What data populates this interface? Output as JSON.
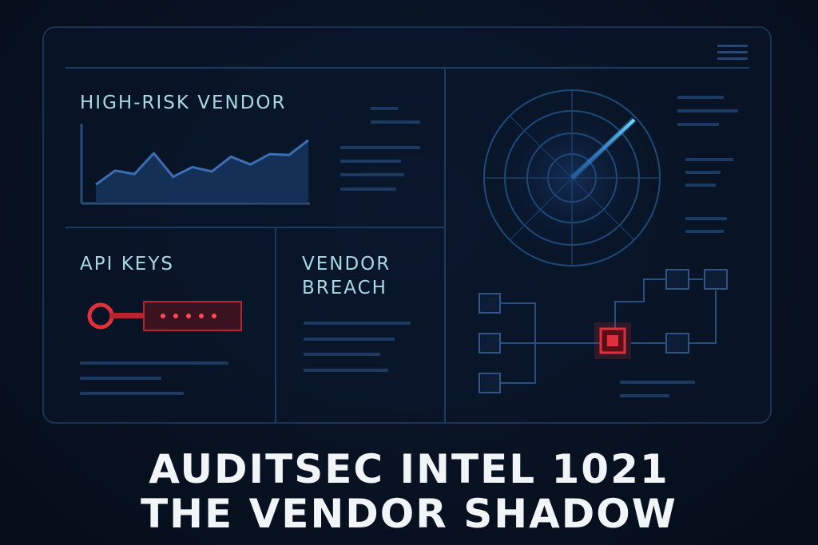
{
  "dashboard": {
    "panels": {
      "high_risk": {
        "title": "HIGH-RISK VENDOR"
      },
      "api_keys": {
        "title": "API KEYS"
      },
      "vendor_breach": {
        "title_line1": "VENDOR",
        "title_line2": "BREACH"
      }
    }
  },
  "caption": {
    "line1": "AUDITSEC INTEL 1021",
    "line2": "THE VENDOR SHADOW"
  },
  "colors": {
    "accent_cyan": "#4fc3ff",
    "alert_red": "#e0303a",
    "panel_line": "#1e3a5f",
    "label_text": "#a7d8e6"
  },
  "icons": {
    "menu": "hamburger-menu-icon",
    "key": "key-icon",
    "radar": "radar-icon",
    "network": "network-diagram-icon"
  },
  "chart_data": {
    "type": "area",
    "x": [
      0,
      1,
      2,
      3,
      4,
      5,
      6,
      7,
      8,
      9,
      10,
      11
    ],
    "series": [
      {
        "values": [
          2.0,
          3.6,
          3.2,
          5.6,
          2.9,
          4.0,
          3.5,
          5.2,
          4.3,
          5.5,
          5.4,
          7.1
        ]
      }
    ],
    "title": "",
    "xlabel": "",
    "ylabel": "",
    "ylim": [
      0,
      9
    ],
    "grid": false
  }
}
